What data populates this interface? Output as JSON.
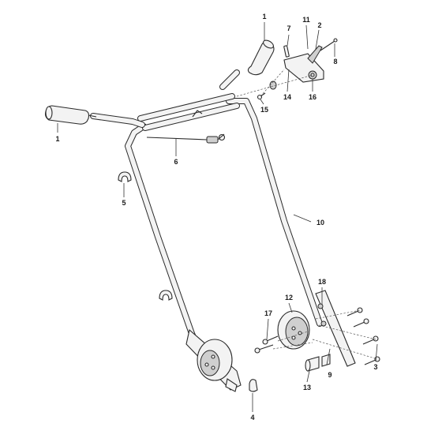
{
  "diagram": {
    "type": "exploded-parts-diagram",
    "callouts": [
      {
        "id": "c-1-top",
        "label": "1"
      },
      {
        "id": "c-1-left",
        "label": "1"
      },
      {
        "id": "c-7",
        "label": "7"
      },
      {
        "id": "c-11",
        "label": "11"
      },
      {
        "id": "c-2",
        "label": "2"
      },
      {
        "id": "c-8",
        "label": "8"
      },
      {
        "id": "c-14",
        "label": "14"
      },
      {
        "id": "c-16",
        "label": "16"
      },
      {
        "id": "c-15",
        "label": "15"
      },
      {
        "id": "c-6",
        "label": "6"
      },
      {
        "id": "c-5",
        "label": "5"
      },
      {
        "id": "c-10",
        "label": "10"
      },
      {
        "id": "c-18",
        "label": "18"
      },
      {
        "id": "c-12",
        "label": "12"
      },
      {
        "id": "c-17",
        "label": "17"
      },
      {
        "id": "c-3",
        "label": "3"
      },
      {
        "id": "c-9",
        "label": "9"
      },
      {
        "id": "c-13",
        "label": "13"
      },
      {
        "id": "c-4",
        "label": "4"
      }
    ]
  }
}
